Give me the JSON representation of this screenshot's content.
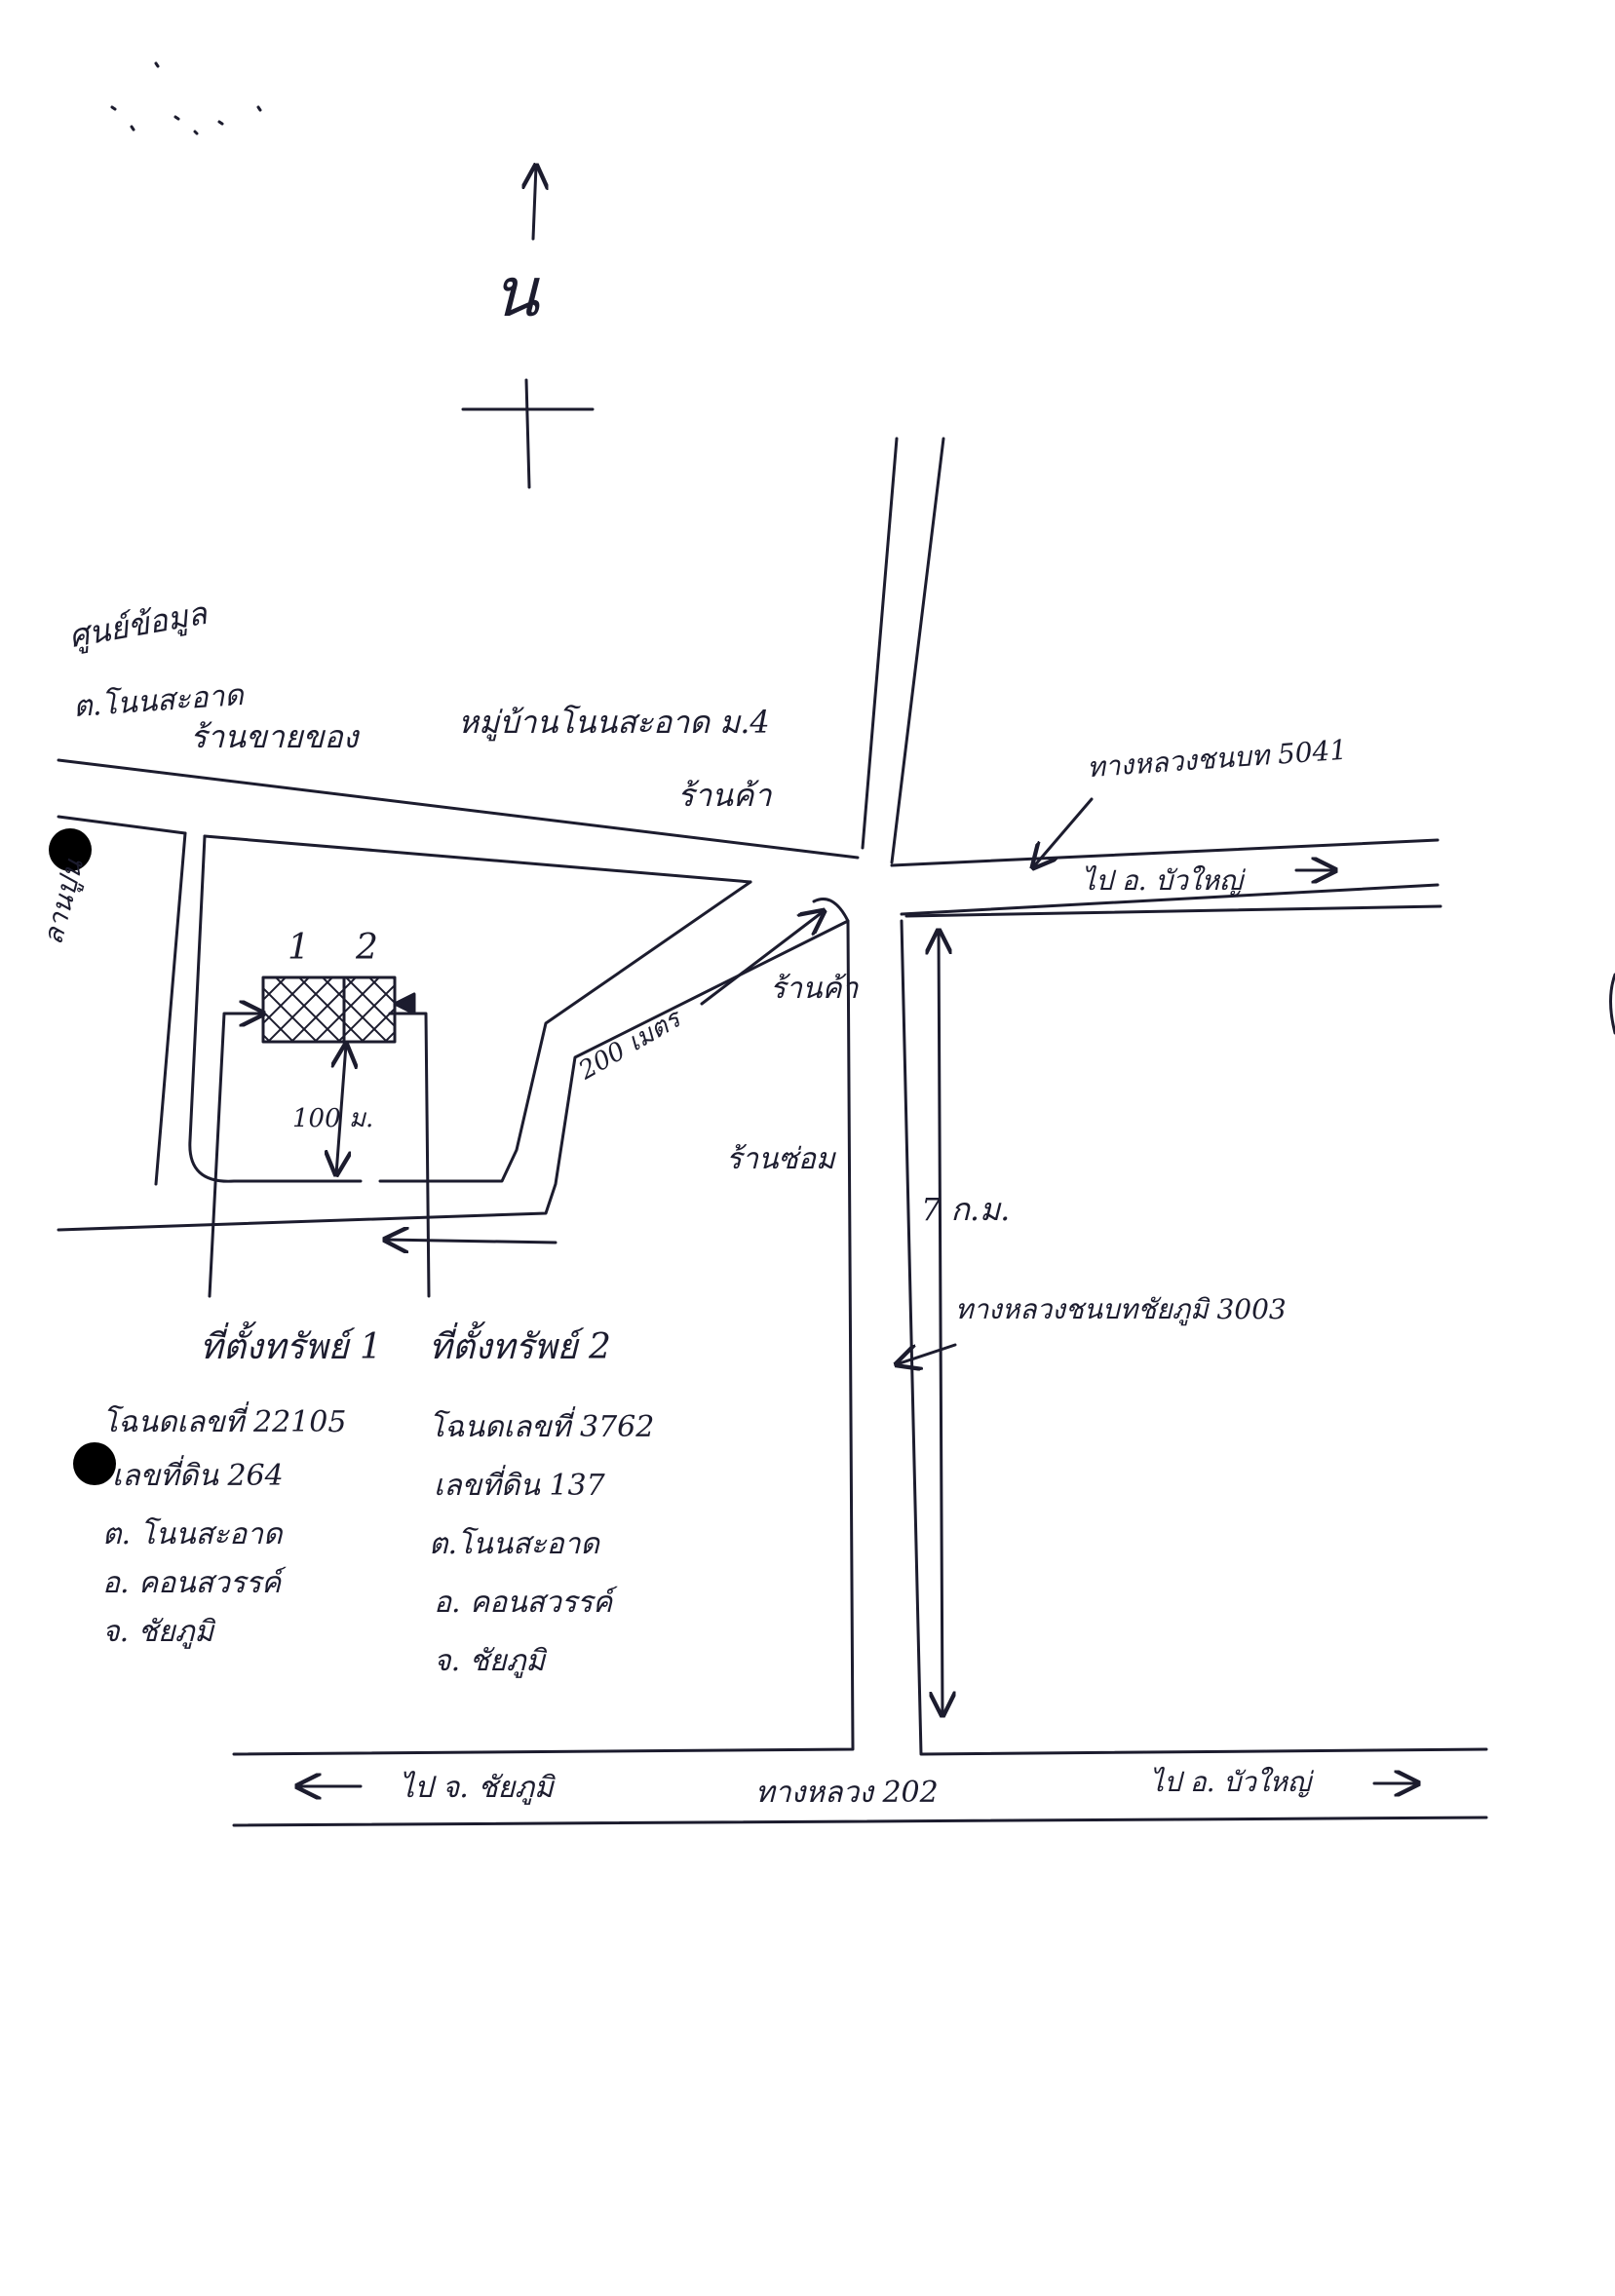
{
  "north": {
    "label": "น"
  },
  "plots": {
    "label_1": "1",
    "label_2": "2"
  },
  "places": {
    "info_center": "ศูนย์ข้อมูล",
    "info_center_sub": "ต.โนนสะอาด",
    "shop_sell": "ร้านขายของ",
    "village": "หมู่บ้านโนนสะอาด ม.4",
    "shop_top": "ร้านค้า",
    "shop_mid": "ร้านค้า",
    "shop_repair": "ร้านซ่อม",
    "field": "ลานปูน"
  },
  "roads": {
    "road_5041": "ทางหลวงชนบท 5041",
    "to_bua_yai_top": "ไป อ. บัวใหญ่",
    "road_3003": "ทางหลวงชนบทชัยภูมิ 3003",
    "road_202": "ทางหลวง 202",
    "to_chaiyaphum": "ไป จ. ชัยภูมิ",
    "to_bua_yai_bottom": "ไป อ. บัวใหญ่"
  },
  "distances": {
    "d200": "200 เมตร",
    "d100": "100 ม.",
    "d7km": "7 ก.ม."
  },
  "property_1": {
    "title": "ที่ตั้งทรัพย์ 1",
    "deed": "โฉนดเลขที่ 22105",
    "land_no": "เลขที่ดิน 264",
    "tambon": "ต. โนนสะอาด",
    "amphoe": "อ. คอนสวรรค์",
    "province": "จ. ชัยภูมิ"
  },
  "property_2": {
    "title": "ที่ตั้งทรัพย์ 2",
    "deed": "โฉนดเลขที่ 3762",
    "land_no": "เลขที่ดิน 137",
    "tambon": "ต.โนนสะอาด",
    "amphoe": "อ. คอนสวรรค์",
    "province": "จ. ชัยภูมิ"
  },
  "colors": {
    "ink": "#1c1c2e",
    "paper": "#ffffff",
    "punch_hole": "#000000"
  }
}
